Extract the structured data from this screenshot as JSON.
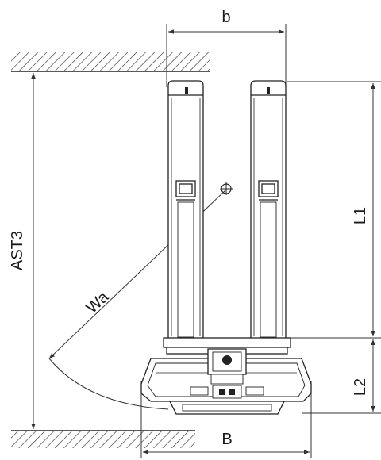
{
  "labels": {
    "b": "b",
    "L1": "L1",
    "L2": "L2",
    "AST3": "AST3",
    "Wa": "Wa",
    "B": "B"
  },
  "colors": {
    "stroke": "#222222",
    "dim_line": "#333333",
    "hatch": "#333333",
    "fill": "#ffffff"
  },
  "icons": {
    "center_mark": "crosshair-circle-icon"
  }
}
